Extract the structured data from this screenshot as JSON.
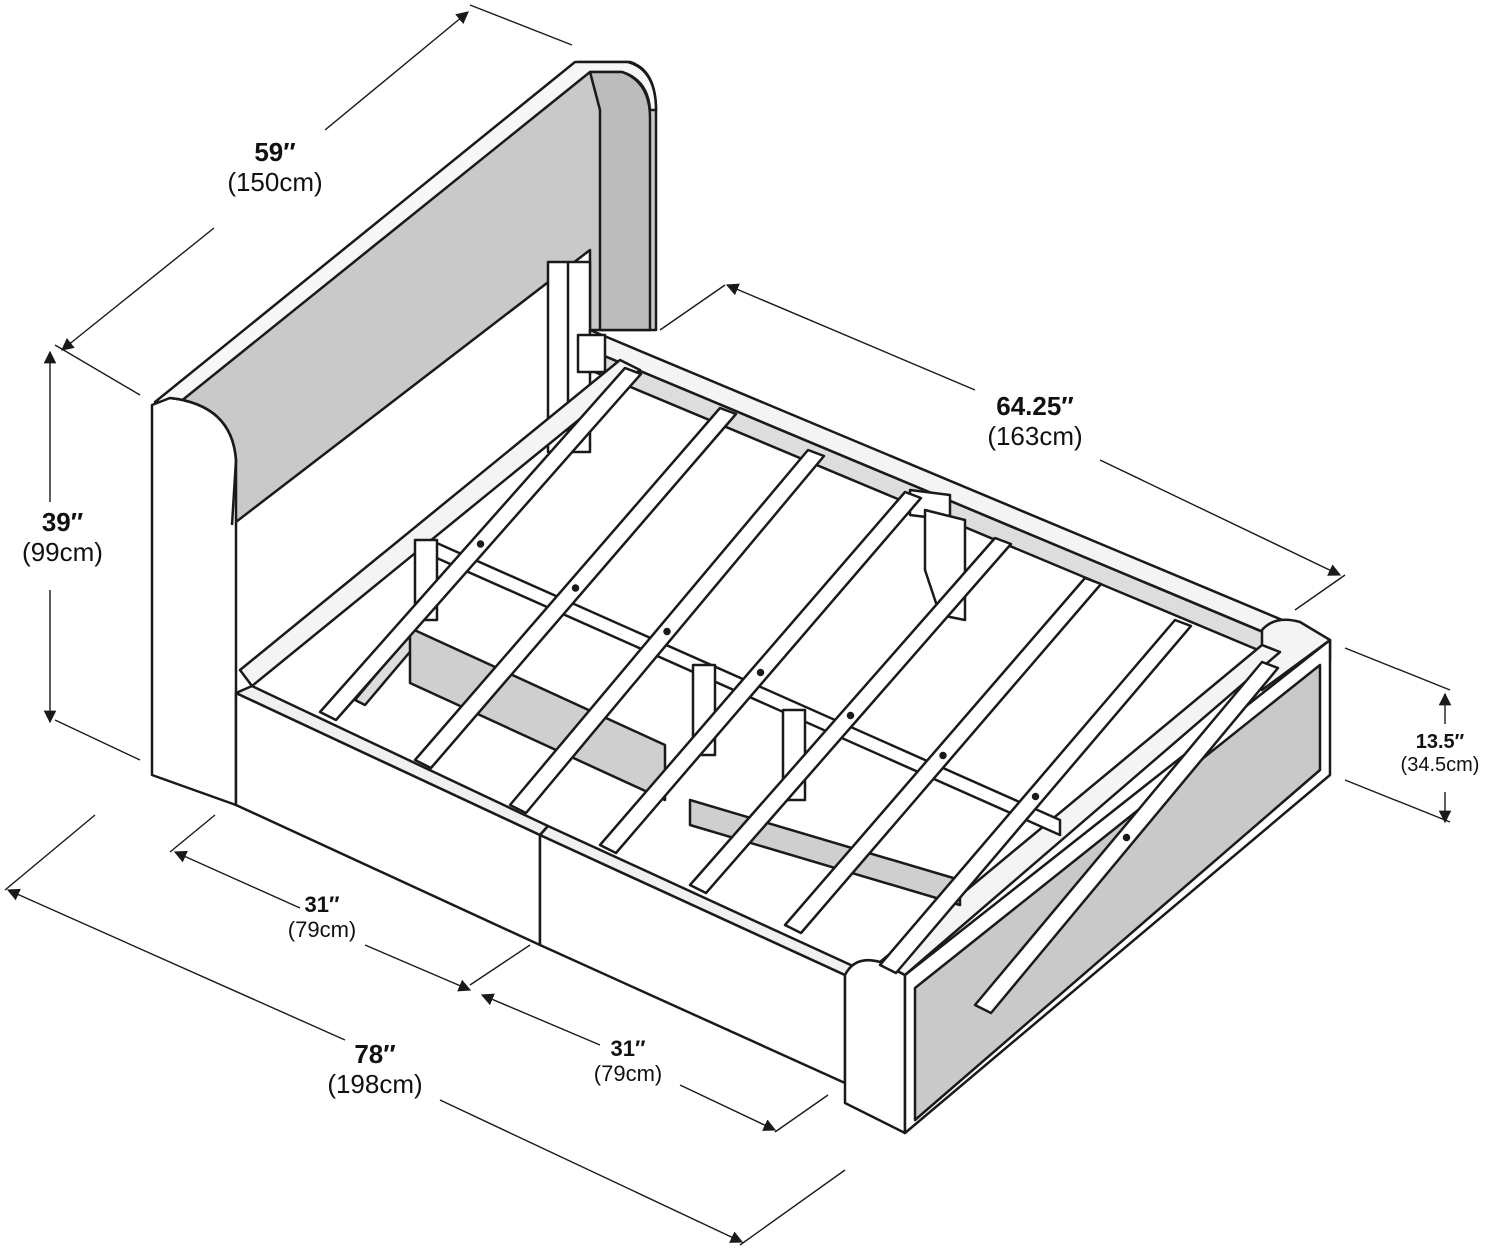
{
  "colors": {
    "line": "#1a1a1a",
    "panel_face": "#ffffff",
    "panel_inner": "#c9c9c9",
    "shadow": "#9a9a9a",
    "frame": "#f4f4f4"
  },
  "dimensions": {
    "headboard_width": {
      "inches": "59″",
      "cm": "(150cm)"
    },
    "headboard_height": {
      "inches": "39″",
      "cm": "(99cm)"
    },
    "frame_width": {
      "inches": "64.25″",
      "cm": "(163cm)"
    },
    "side_height": {
      "inches": "13.5″",
      "cm": "(34.5cm)"
    },
    "drawer_front": {
      "inches": "31″",
      "cm": "(79cm)"
    },
    "drawer_back": {
      "inches": "31″",
      "cm": "(79cm)"
    },
    "total_length": {
      "inches": "78″",
      "cm": "(198cm)"
    }
  }
}
